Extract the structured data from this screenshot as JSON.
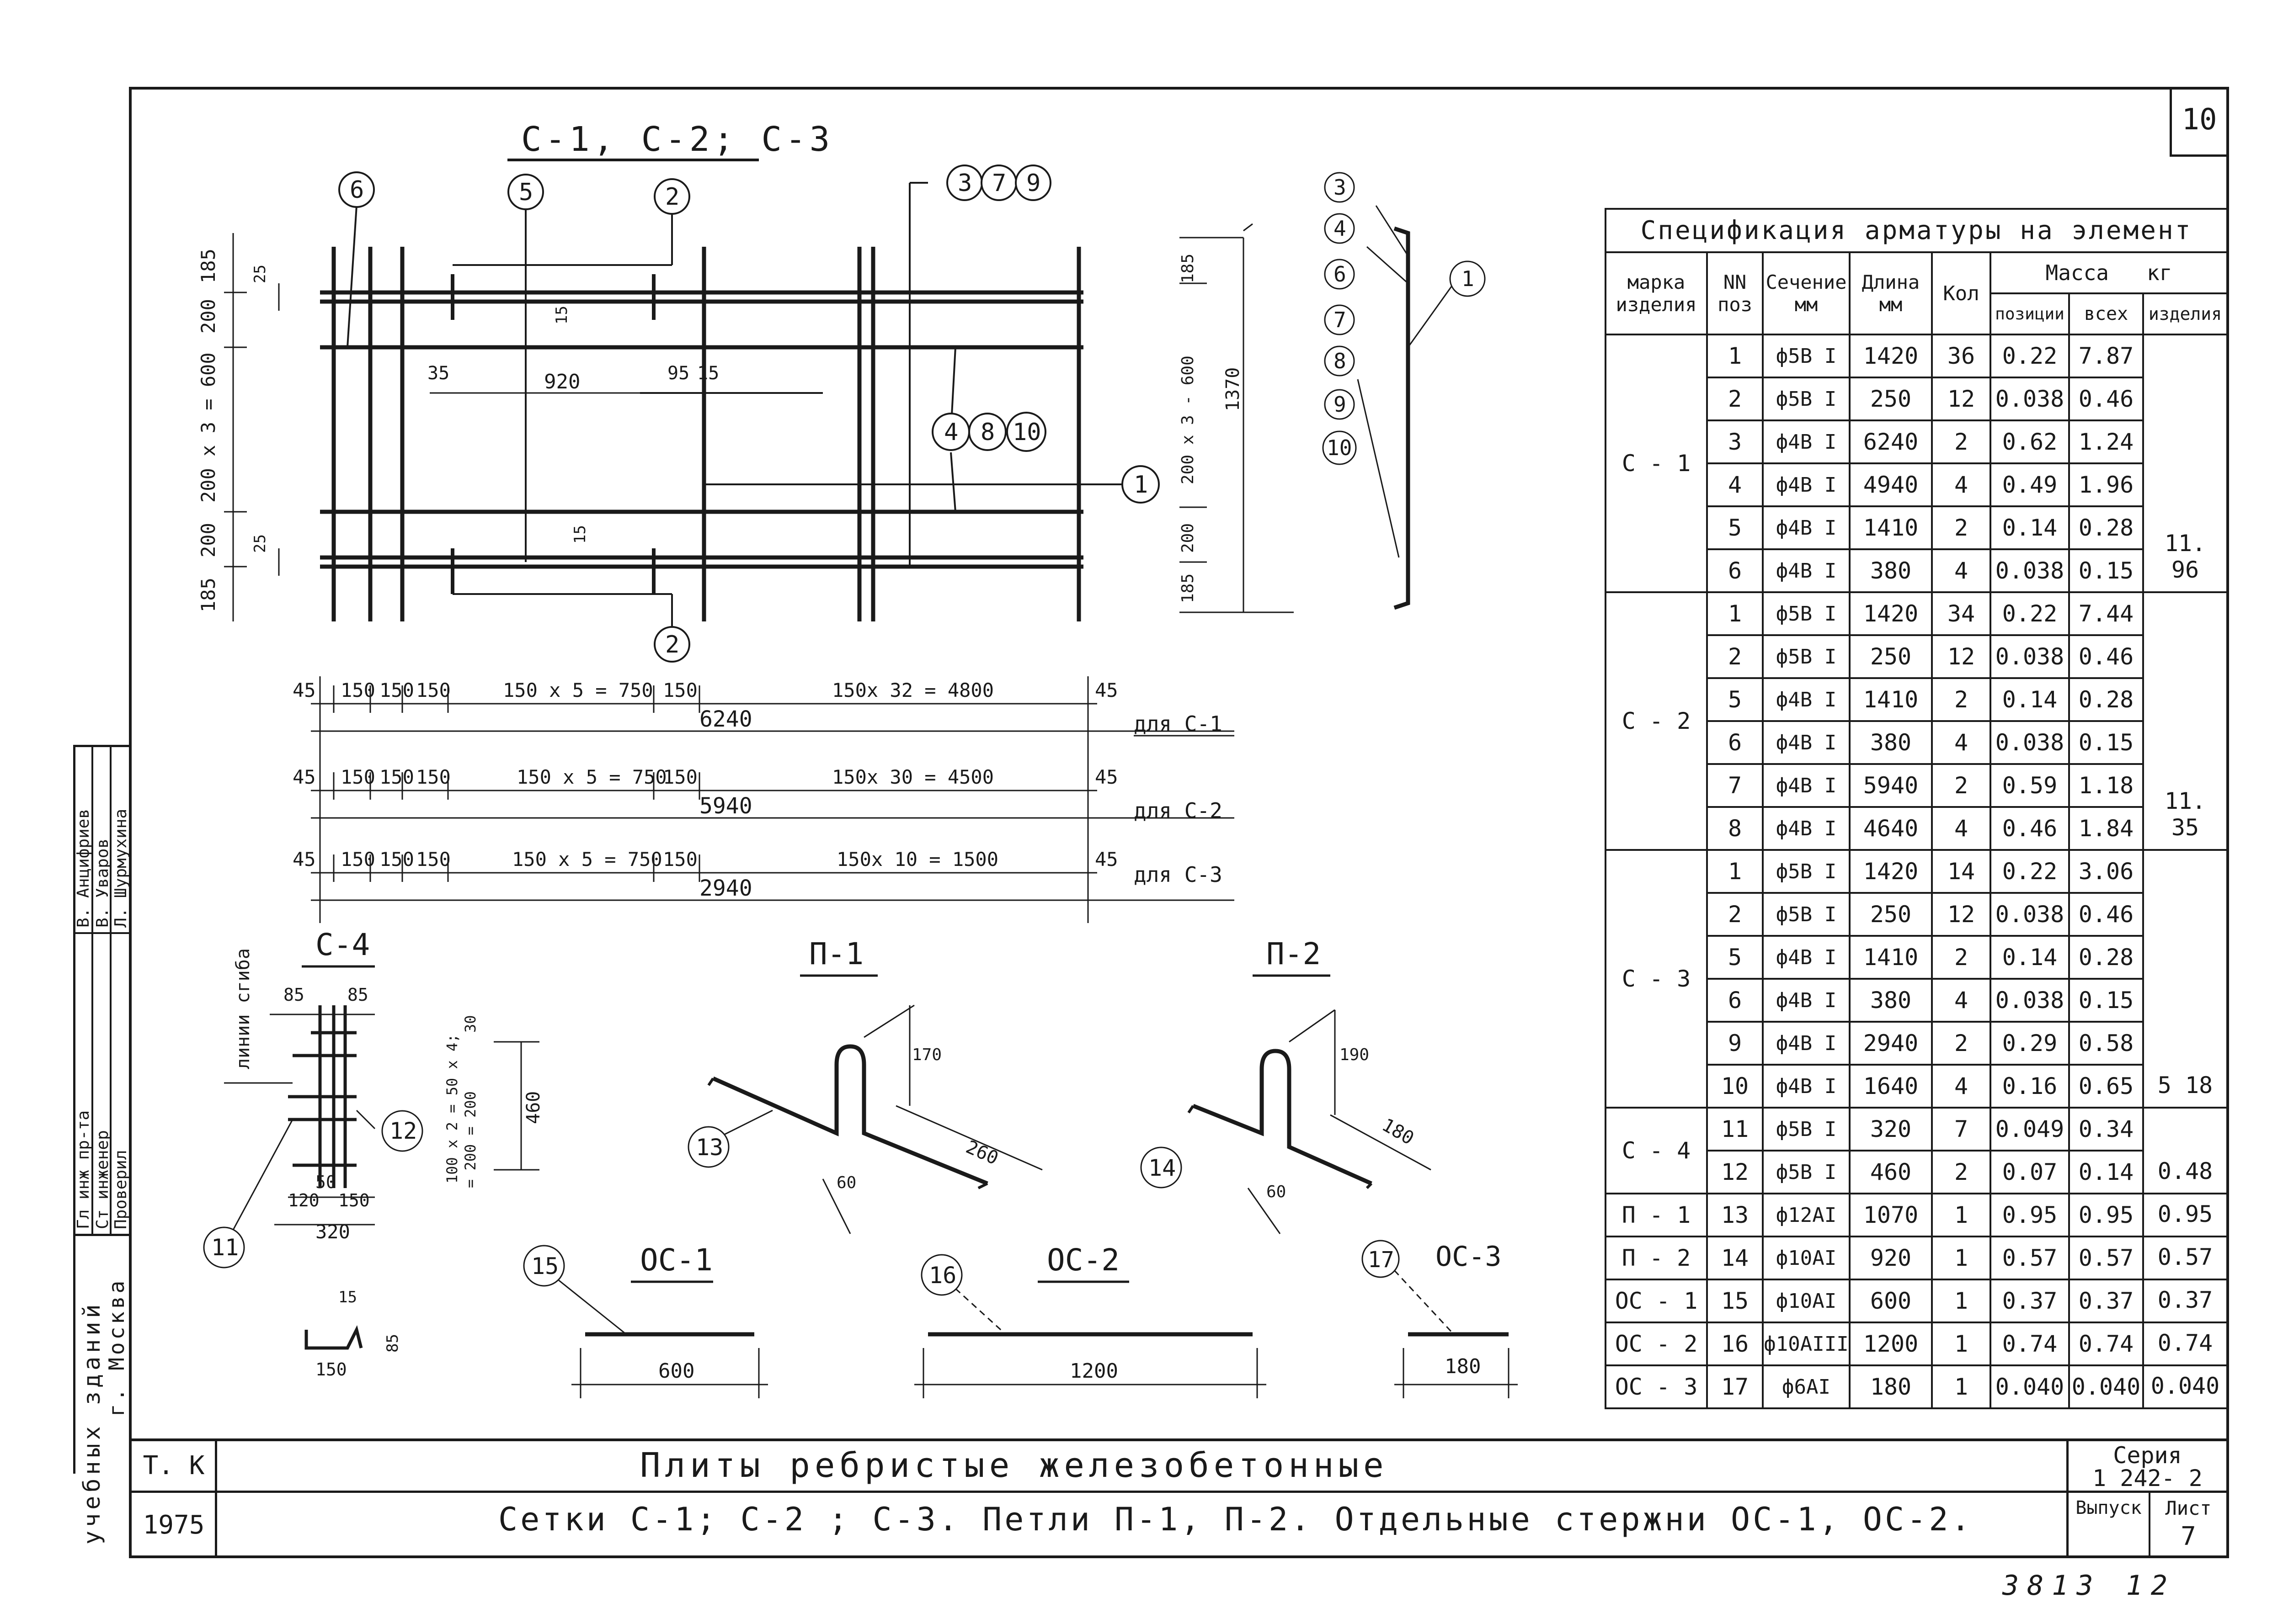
{
  "sheet_number": "10",
  "stamp": {
    "series_label": "Серия",
    "series_value": "1 242- 2",
    "issue_label": "Выпуск",
    "sheet_label": "Лист",
    "sheet_value": "7",
    "tk": "Т. К",
    "year": "1975",
    "title1": "Плиты    ребристые    железобетонные",
    "title2": "Сетки С-1; С-2 ; С-3.   Петли П-1, П-2.  Отдельные стержни ОС-1, ОС-2.",
    "bottom_note": "3813  12"
  },
  "side_block": {
    "org": "учебных зданий",
    "city": "г. Москва",
    "roles": [
      "Гл инж пр-та",
      "Ст инженер",
      "Проверил"
    ],
    "names": [
      "В. Анцифриев",
      "В. Уваров",
      "Л. Шурмухина"
    ]
  },
  "drawing": {
    "mesh_title": "С-1, С-2; С-3",
    "c4_title": "С-4",
    "p1_title": "П-1",
    "p2_title": "П-2",
    "os1_title": "ОС-1",
    "os2_title": "ОС-2",
    "os3_title": "ОС-3",
    "bend_lines": "линии сгиба",
    "dims": {
      "d185a": "185",
      "d200a": "200",
      "d600": "200 х 3 = 600",
      "d200b": "200",
      "d185b": "185",
      "d25a": "25",
      "d25b": "25",
      "d15a": "15",
      "d15b": "15",
      "d15c": "15",
      "d35": "35",
      "d920": "920",
      "d95": "95",
      "side_185a": "185",
      "side_600": "200 х 3 - 600",
      "side_200": "200",
      "side_185b": "185",
      "side_1370": "1370",
      "c4_85a": "85",
      "c4_85b": "85",
      "c4_50": "50",
      "c4_120": "120",
      "c4_150": "150",
      "c4_320": "320",
      "c4_100": "100 х 2 = 50 х 4;",
      "c4_30": "30",
      "c4_200": "= 200 = 200",
      "c4_460": "460",
      "c4_15": "15",
      "c4_85c": "85",
      "c4_150b": "150",
      "p1_170": "170",
      "p1_260": "260",
      "p1_60": "60",
      "p2_190": "190",
      "p2_180": "180",
      "p2_60": "60",
      "os1_600": "600",
      "os2_1200": "1200",
      "os3_180": "180"
    },
    "dim_rows": [
      {
        "segs": [
          "45",
          "150",
          "150",
          "150",
          "150 х 5 = 750",
          "150",
          "150х 32 = 4800",
          "45"
        ],
        "total": "6240",
        "label": "для С-1"
      },
      {
        "segs": [
          "45",
          "150",
          "150",
          "150",
          "150 х 5 = 750",
          "150",
          "150х 30 = 4500",
          "45"
        ],
        "total": "5940",
        "label": "для С-2"
      },
      {
        "segs": [
          "45",
          "150",
          "150",
          "150",
          "150 х 5 = 750",
          "150",
          "150х 10 = 1500",
          "45"
        ],
        "total": "2940",
        "label": "для С-3"
      }
    ],
    "callouts": {
      "c6": "6",
      "c5": "5",
      "c2a": "2",
      "c2b": "2",
      "c3": "3",
      "c7": "7",
      "c9": "9",
      "c4": "4",
      "c8": "8",
      "c10": "10",
      "c1": "1",
      "s3": "3",
      "s4": "4",
      "s6": "6",
      "s7": "7",
      "s8": "8",
      "s9": "9",
      "s10": "10",
      "s1": "1",
      "c12": "12",
      "c11": "11",
      "c13": "13",
      "c14": "14",
      "c15": "15",
      "c16": "16",
      "c17": "17"
    }
  },
  "spec_table": {
    "title": "Спецификация арматуры на элемент",
    "headers": {
      "mark": "марка изделия",
      "pos": "NN поз",
      "section": "Сечение мм",
      "length": "Длина мм",
      "qty": "Кол",
      "mass": "Масса   кг",
      "mass_pos": "позиции",
      "mass_all": "всех",
      "mass_item": "изделия"
    },
    "groups": [
      {
        "mark": "С - 1",
        "total": "11. 96",
        "rows": [
          [
            "1",
            "ф5В I",
            "1420",
            "36",
            "0.22",
            "7.87"
          ],
          [
            "2",
            "ф5В I",
            "250",
            "12",
            "0.038",
            "0.46"
          ],
          [
            "3",
            "ф4В I",
            "6240",
            "2",
            "0.62",
            "1.24"
          ],
          [
            "4",
            "ф4В I",
            "4940",
            "4",
            "0.49",
            "1.96"
          ],
          [
            "5",
            "ф4В I",
            "1410",
            "2",
            "0.14",
            "0.28"
          ],
          [
            "6",
            "ф4В I",
            "380",
            "4",
            "0.038",
            "0.15"
          ]
        ]
      },
      {
        "mark": "С - 2",
        "total": "11. 35",
        "rows": [
          [
            "1",
            "ф5В I",
            "1420",
            "34",
            "0.22",
            "7.44"
          ],
          [
            "2",
            "ф5В I",
            "250",
            "12",
            "0.038",
            "0.46"
          ],
          [
            "5",
            "ф4В I",
            "1410",
            "2",
            "0.14",
            "0.28"
          ],
          [
            "6",
            "ф4В I",
            "380",
            "4",
            "0.038",
            "0.15"
          ],
          [
            "7",
            "ф4В I",
            "5940",
            "2",
            "0.59",
            "1.18"
          ],
          [
            "8",
            "ф4В I",
            "4640",
            "4",
            "0.46",
            "1.84"
          ]
        ]
      },
      {
        "mark": "С - 3",
        "total": "5 18",
        "rows": [
          [
            "1",
            "ф5В I",
            "1420",
            "14",
            "0.22",
            "3.06"
          ],
          [
            "2",
            "ф5В I",
            "250",
            "12",
            "0.038",
            "0.46"
          ],
          [
            "5",
            "ф4В I",
            "1410",
            "2",
            "0.14",
            "0.28"
          ],
          [
            "6",
            "ф4В I",
            "380",
            "4",
            "0.038",
            "0.15"
          ],
          [
            "9",
            "ф4В I",
            "2940",
            "2",
            "0.29",
            "0.58"
          ],
          [
            "10",
            "ф4В I",
            "1640",
            "4",
            "0.16",
            "0.65"
          ]
        ]
      },
      {
        "mark": "С - 4",
        "total": "0.48",
        "rows": [
          [
            "11",
            "ф5В I",
            "320",
            "7",
            "0.049",
            "0.34"
          ],
          [
            "12",
            "ф5В I",
            "460",
            "2",
            "0.07",
            "0.14"
          ]
        ]
      },
      {
        "mark": "П - 1",
        "total": "0.95",
        "rows": [
          [
            "13",
            "ф12АI",
            "1070",
            "1",
            "0.95",
            "0.95"
          ]
        ]
      },
      {
        "mark": "П - 2",
        "total": "0.57",
        "rows": [
          [
            "14",
            "ф10АI",
            "920",
            "1",
            "0.57",
            "0.57"
          ]
        ]
      },
      {
        "mark": "ОС - 1",
        "total": "0.37",
        "rows": [
          [
            "15",
            "ф10АI",
            "600",
            "1",
            "0.37",
            "0.37"
          ]
        ]
      },
      {
        "mark": "ОС - 2",
        "total": "0.74",
        "rows": [
          [
            "16",
            "ф10АIII",
            "1200",
            "1",
            "0.74",
            "0.74"
          ]
        ]
      },
      {
        "mark": "ОС - 3",
        "total": "0.040",
        "rows": [
          [
            "17",
            "ф6АI",
            "180",
            "1",
            "0.040",
            "0.040"
          ]
        ]
      }
    ]
  }
}
